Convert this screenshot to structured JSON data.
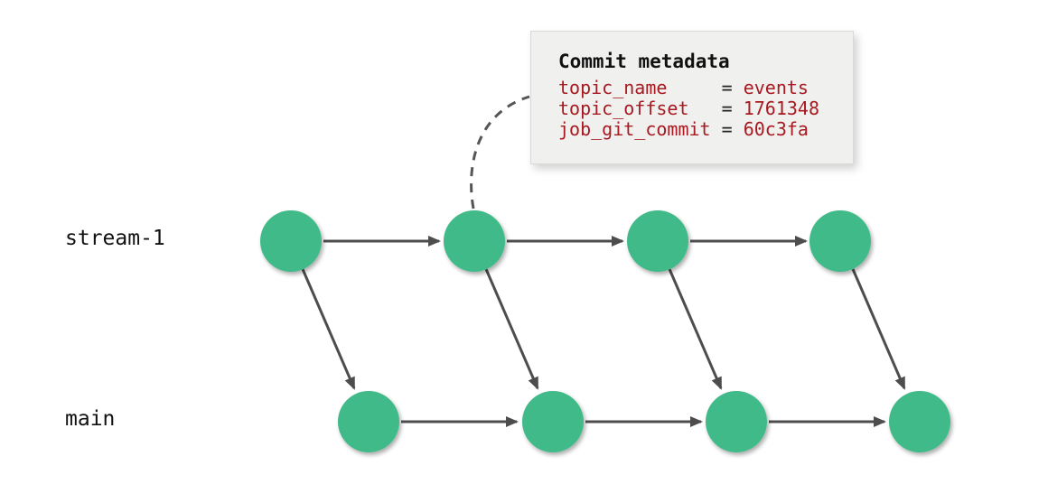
{
  "diagram": {
    "type": "commit-stream-graph",
    "branches": [
      {
        "label": "stream-1",
        "commit_count": 4
      },
      {
        "label": "main",
        "commit_count": 4
      }
    ],
    "edges": {
      "horizontal_per_branch": 3,
      "diagonal_stream_to_main": 4
    },
    "tooltip": {
      "title": "Commit metadata",
      "attached_to": "stream-1 commit 2",
      "rows": [
        {
          "key": "topic_name",
          "eq": "=",
          "value": "events"
        },
        {
          "key": "topic_offset",
          "eq": "=",
          "value": "1761348"
        },
        {
          "key": "job_git_commit",
          "eq": "=",
          "value": "60c3fa"
        }
      ]
    },
    "colors": {
      "commit_fill": "#41ba89",
      "arrow": "#4d4d4d",
      "connector": "#555555",
      "label_text": "#111111",
      "tooltip_bg": "#f0f0ee",
      "tooltip_border": "#d9d9d5",
      "tooltip_title": "#111111",
      "tooltip_text": "#a81a21",
      "equals_sign": "#222222"
    }
  }
}
